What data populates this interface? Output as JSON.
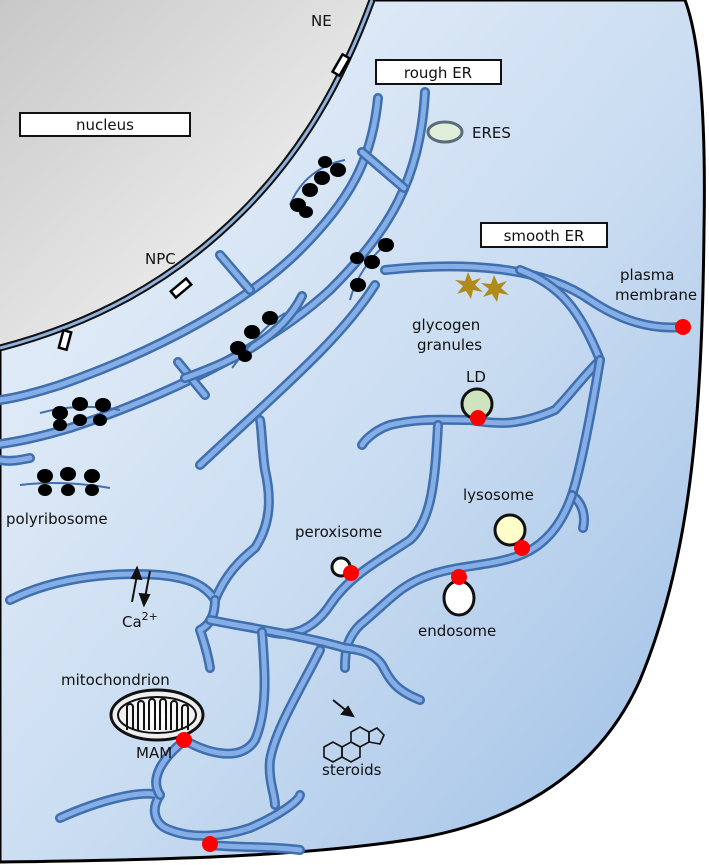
{
  "labels": {
    "ne": "NE",
    "rough_er": "rough ER",
    "nucleus": "nucleus",
    "eres": "ERES",
    "smooth_er": "smooth ER",
    "npc": "NPC",
    "plasma_membrane_1": "plasma",
    "plasma_membrane_2": "membrane",
    "glycogen_1": "glycogen",
    "glycogen_2": "granules",
    "ld": "LD",
    "lysosome": "lysosome",
    "polyribosome": "polyribosome",
    "peroxisome": "peroxisome",
    "ca": "Ca",
    "ca_sup": "2+",
    "endosome": "endosome",
    "mitochondrion": "mitochondrion",
    "mam": "MAM",
    "steroids": "steroids"
  },
  "colors": {
    "cytoplasm_light": "#e4eef9",
    "cytoplasm_dark": "#a9c6e7",
    "er_outline": "#3f6fae",
    "er_fill": "#86aee6",
    "nucleus": "#d9d9d9",
    "contact_site": "#ff0000",
    "ribosome": "#000000",
    "glycogen": "#b08a1a",
    "ld": "#cfe3bf",
    "lysosome": "#ffffcc",
    "eres": "#dfeed8"
  }
}
